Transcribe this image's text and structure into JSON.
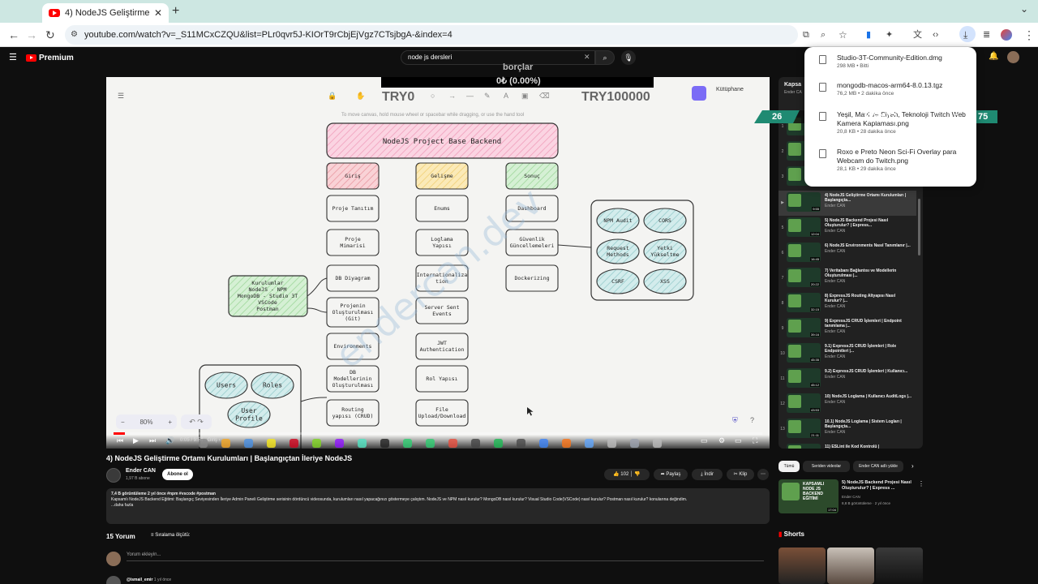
{
  "browser": {
    "tab_title": "4) NodeJS Geliştirme Ortamı",
    "tab_close": "✕",
    "new_tab": "+",
    "url": "youtube.com/watch?v=_S11MCxCZQU&list=PLr0qvr5J-KIOrT9rCbjEjVgz7CTsjbgA-&index=4"
  },
  "youtube": {
    "logo": "Premium",
    "search_value": "node js dersleri"
  },
  "overlay": {
    "ticker_label": "borçlar",
    "ticker_pct": "0₺ (0.00%)",
    "try_left": "TRY0",
    "try_right": "TRY100000",
    "num_left": "26",
    "kisiniz": "KİŞİNİZ",
    "num_right": "75"
  },
  "board": {
    "hint": "To move canvas, hold mouse wheel or spacebar while dragging, or use the hand tool",
    "library": "Kütüphane",
    "zoom": "80%",
    "watermark": "endercan.dev",
    "title": "NodeJS Project Base Backend",
    "col1": [
      "Giriş",
      "Proje Tanıtım",
      "Proje Mimarisi",
      "DB Diyagram",
      "Projenin Oluşturulması (Git)",
      "Environments",
      "DB Modellerinin Oluşturulması",
      "Routing yapısı (CRUD)"
    ],
    "col2": [
      "Gelişme",
      "Enums",
      "Loglama Yapısı",
      "Internationaliza tion",
      "Server Sent Events",
      "JWT Authentication",
      "Rol Yapısı",
      "File Upload/Download"
    ],
    "col3": [
      "Sonuç",
      "Dashboard",
      "Güvenlik Güncellemeleri",
      "Dockerizing"
    ],
    "kurulumlar": [
      "Kurulumlar",
      "NodeJS - NPM",
      "MongoDB - Studio 3T",
      "VSCode",
      "Postman"
    ],
    "security": [
      "NPM Audit",
      "CORS",
      "Request Methods",
      "Yetki Yükseltme",
      "CSRF",
      "XSS"
    ],
    "users": [
      "Users",
      "Roles",
      "User Profile"
    ]
  },
  "player": {
    "timecode": "0:05 / 9:54 · Giriş ›",
    "progress": 0.01
  },
  "video": {
    "title": "4) NodeJS Geliştirme Ortamı Kurulumları | Başlangıçtan İleriye NodeJS",
    "channel": "Ender CAN",
    "subs": "1,97 B abone",
    "subscribe": "Abone ol",
    "likes": "102",
    "share": "Paylaş",
    "download": "İndir",
    "clip": "Klip",
    "views": "7,4 B görüntüleme  2 yıl önce  #npm #vscode #postman",
    "description": "Kapsamlı NodeJS Backend Eğitimi: Başlangıç Seviyesinden İleriye Admin Paneli Geliştirme serisinin dördüncü videosunda, kurulumları nasıl yapacağınızı göstermeye çalıştım. NodeJS ve NPM nasıl kurulur? MongoDB nasıl kurulur? Visual Studio Code(VSCode) nasıl kurulur? Postman nasıl kurulur? konularına değindim.",
    "more": "...daha fazla"
  },
  "comments": {
    "title": "15 Yorum",
    "sort": "Sıralama ölçütü:",
    "placeholder": "Yorum ekleyin...",
    "first_user": "@ismail_emir",
    "first_time": "1 yıl önce"
  },
  "playlist": {
    "header": "Kapsa",
    "channel": "Ender CA",
    "items": [
      {
        "idx": "▶",
        "title": "4) NodeJS Geliştirme Ortamı Kurulumları | Başlangıçta...",
        "ch": "Ender CAN",
        "dur": "9:55",
        "active": true
      },
      {
        "idx": "5",
        "title": "5) NodeJS Backend Projesi Nasıl Oluşturulur? | Express...",
        "ch": "Ender CAN",
        "dur": "12:04"
      },
      {
        "idx": "6",
        "title": "6) NodeJS Environments Nasıl Tanımlanır |...",
        "ch": "Ender CAN",
        "dur": "16:45"
      },
      {
        "idx": "7",
        "title": "7) Veritabanı Bağlantısı ve Modellerin Oluşturulması |...",
        "ch": "Ender CAN",
        "dur": "20:22"
      },
      {
        "idx": "8",
        "title": "8) ExpressJS Routing Altyapısı Nasıl Kurulur? |...",
        "ch": "Ender CAN",
        "dur": "32:15"
      },
      {
        "idx": "9",
        "title": "9) ExpressJS CRUD İşlemleri | Endpoint tanımlama |...",
        "ch": "Ender CAN",
        "dur": "39:16"
      },
      {
        "idx": "10",
        "title": "9.1) ExpressJS CRUD İşlemleri | Role Endpointleri |...",
        "ch": "Ender CAN",
        "dur": "45:35"
      },
      {
        "idx": "11",
        "title": "9.2) ExpressJS CRUD İşlemleri | Kullanıcı...",
        "ch": "Ender CAN",
        "dur": "45:12"
      },
      {
        "idx": "12",
        "title": "10) NodeJS Loglama | Kullanıcı AuditLogs |...",
        "ch": "Ender CAN",
        "dur": "43:53"
      },
      {
        "idx": "13",
        "title": "10.1) NodeJS Loglama | Sistem Logları | Başlangıçta...",
        "ch": "Ender CAN",
        "dur": "21:11"
      },
      {
        "idx": "14",
        "title": "11) ESLint ile Kod Kontrolü |",
        "ch": "",
        "dur": ""
      }
    ]
  },
  "chips": [
    "Tümü",
    "Seriden videolar",
    "Ender CAN adlı yükle"
  ],
  "suggestion": {
    "thumb_text": "KAPSAMLI NODE JS BACKEND EĞİTİMİ",
    "duration": "17:04",
    "title": "5) NodeJS Backend Projesi Nasıl Oluşturulur? | Express ...",
    "channel": "Ender CAN",
    "views": "8,8 B görüntüleme · 2 yıl önce"
  },
  "shorts_title": "Shorts",
  "downloads": [
    {
      "name": "Studio-3T-Community-Edition.dmg",
      "meta": "298 MB • Bitti"
    },
    {
      "name": "mongodb-macos-arm64-8.0.13.tgz",
      "meta": "76,2 MB • 2 dakika önce"
    },
    {
      "name": "Yeşil, Mavi ve Siyah, Teknoloji Twitch Web Kamera Kaplaması.png",
      "meta": "20,8 KB • 28 dakika önce"
    },
    {
      "name": "Roxo e Preto Neon Sci-Fi Overlay para Webcam do Twitch.png",
      "meta": "28,1 KB • 29 dakika önce"
    }
  ],
  "colors": {
    "yt_red": "#ff0000",
    "browser_frame": "#cde7e2",
    "overlay_teal": "#1f8a72",
    "node_green": "#5fa04e"
  }
}
